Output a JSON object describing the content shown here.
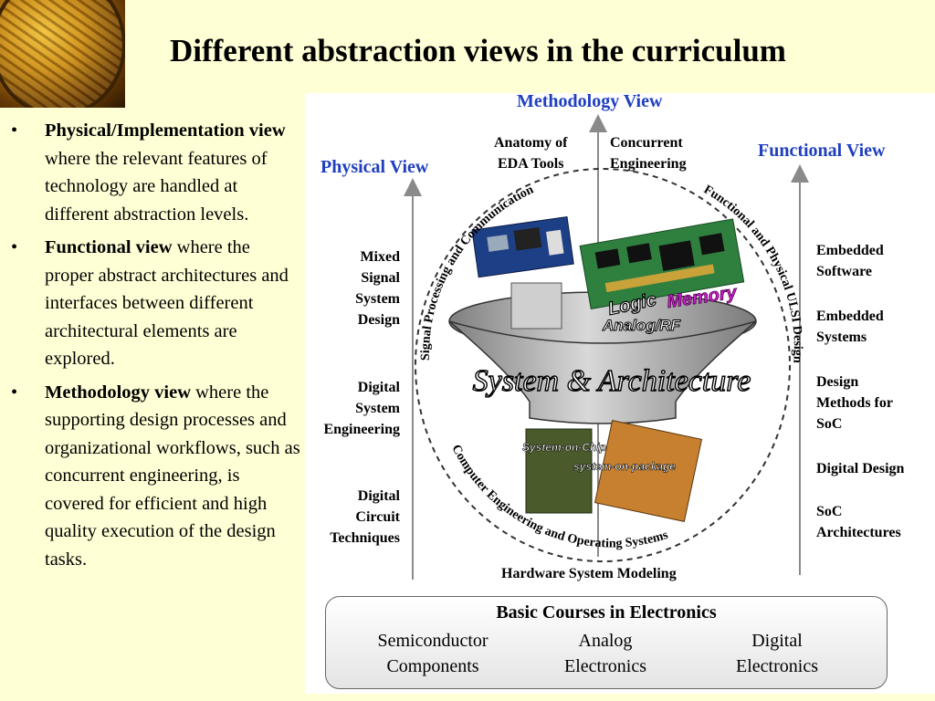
{
  "title": "Different abstraction views in the curriculum",
  "bullets": [
    {
      "bold": "Physical/Implementation view",
      "text": " where the relevant features of technology are handled at different abstraction levels."
    },
    {
      "bold": "Functional view",
      "text": " where the proper abstract architectures and interfaces between different architectural elements are explored."
    },
    {
      "bold": "Methodology view",
      "text": " where the supporting design processes and organizational workflows, such as concurrent engineering, is covered for efficient and high quality execution of the design tasks."
    }
  ],
  "bullet_symbol": "•",
  "diagram": {
    "methodology_view": "Methodology View",
    "physical_view": "Physical View",
    "functional_view": "Functional View",
    "top_left": [
      "Anatomy of",
      "EDA Tools"
    ],
    "top_right": [
      "Concurrent",
      "Engineering"
    ],
    "physical_items": [
      [
        "Mixed",
        "Signal",
        "System",
        "Design"
      ],
      [
        "Digital",
        "System",
        "Engineering"
      ],
      [
        "Digital",
        "Circuit",
        "Techniques"
      ]
    ],
    "functional_items": [
      [
        "Embedded",
        "Software"
      ],
      [
        "Embedded",
        "Systems"
      ],
      [
        "Design",
        "Methods for",
        "SoC"
      ],
      [
        "Digital Design"
      ],
      [
        "SoC",
        "Architectures"
      ]
    ],
    "bottom": "Hardware System Modeling",
    "arc_signal": "Signal Processing and Communication",
    "arc_ulsi": "Functional and Physical ULSI Design",
    "arc_computer": "Computer Engineering and Operating Systems",
    "center": "System & Architecture",
    "logic": "Logic",
    "memory": "Memory",
    "analog_rf": "Analog/RF",
    "soc_chip": "System-on-Chip",
    "sop": "system-on-package"
  },
  "basic_courses": {
    "title": "Basic Courses in Electronics",
    "columns": [
      [
        "Semiconductor",
        "Components"
      ],
      [
        "Analog",
        "Electronics"
      ],
      [
        "Digital",
        "Electronics"
      ]
    ]
  },
  "colors": {
    "background": "#ffffd6",
    "view_label": "#1f3fbf",
    "panel": "#ffffff"
  }
}
